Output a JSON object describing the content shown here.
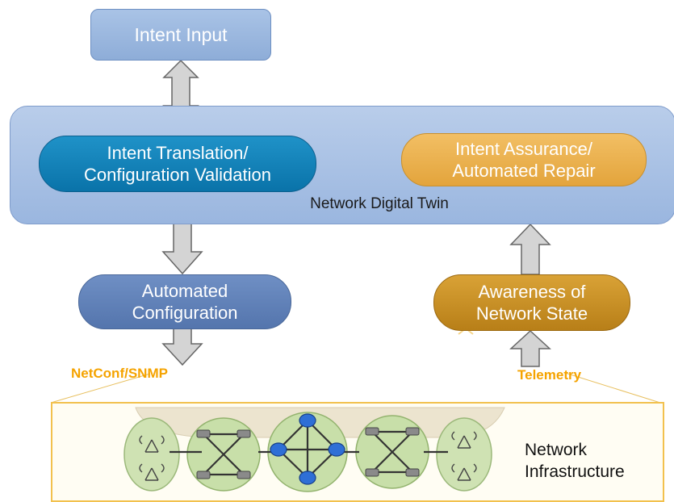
{
  "diagram": {
    "intent_input": "Intent Input",
    "translation": {
      "line1": "Intent Translation/",
      "line2": "Configuration Validation"
    },
    "assurance": {
      "line1": "Intent Assurance/",
      "line2": "Automated Repair"
    },
    "digital_twin": "Network Digital Twin",
    "automated_config": {
      "line1": "Automated",
      "line2": "Configuration"
    },
    "awareness": {
      "line1": "Awareness of",
      "line2": "Network State"
    },
    "protocol_left": "NetConf/SNMP",
    "protocol_right": "Telemetry",
    "infrastructure": {
      "line1": "Network",
      "line2": "Infrastructure"
    }
  },
  "colors": {
    "translation_fill": "#0a73a9",
    "assurance_fill": "#e3a43c",
    "awareness_fill": "#b87f18",
    "automated_fill": "#5475ad",
    "twin_fill": "#9ab6df",
    "protocol_text": "#f5a300",
    "infra_border": "#f2c14e"
  }
}
